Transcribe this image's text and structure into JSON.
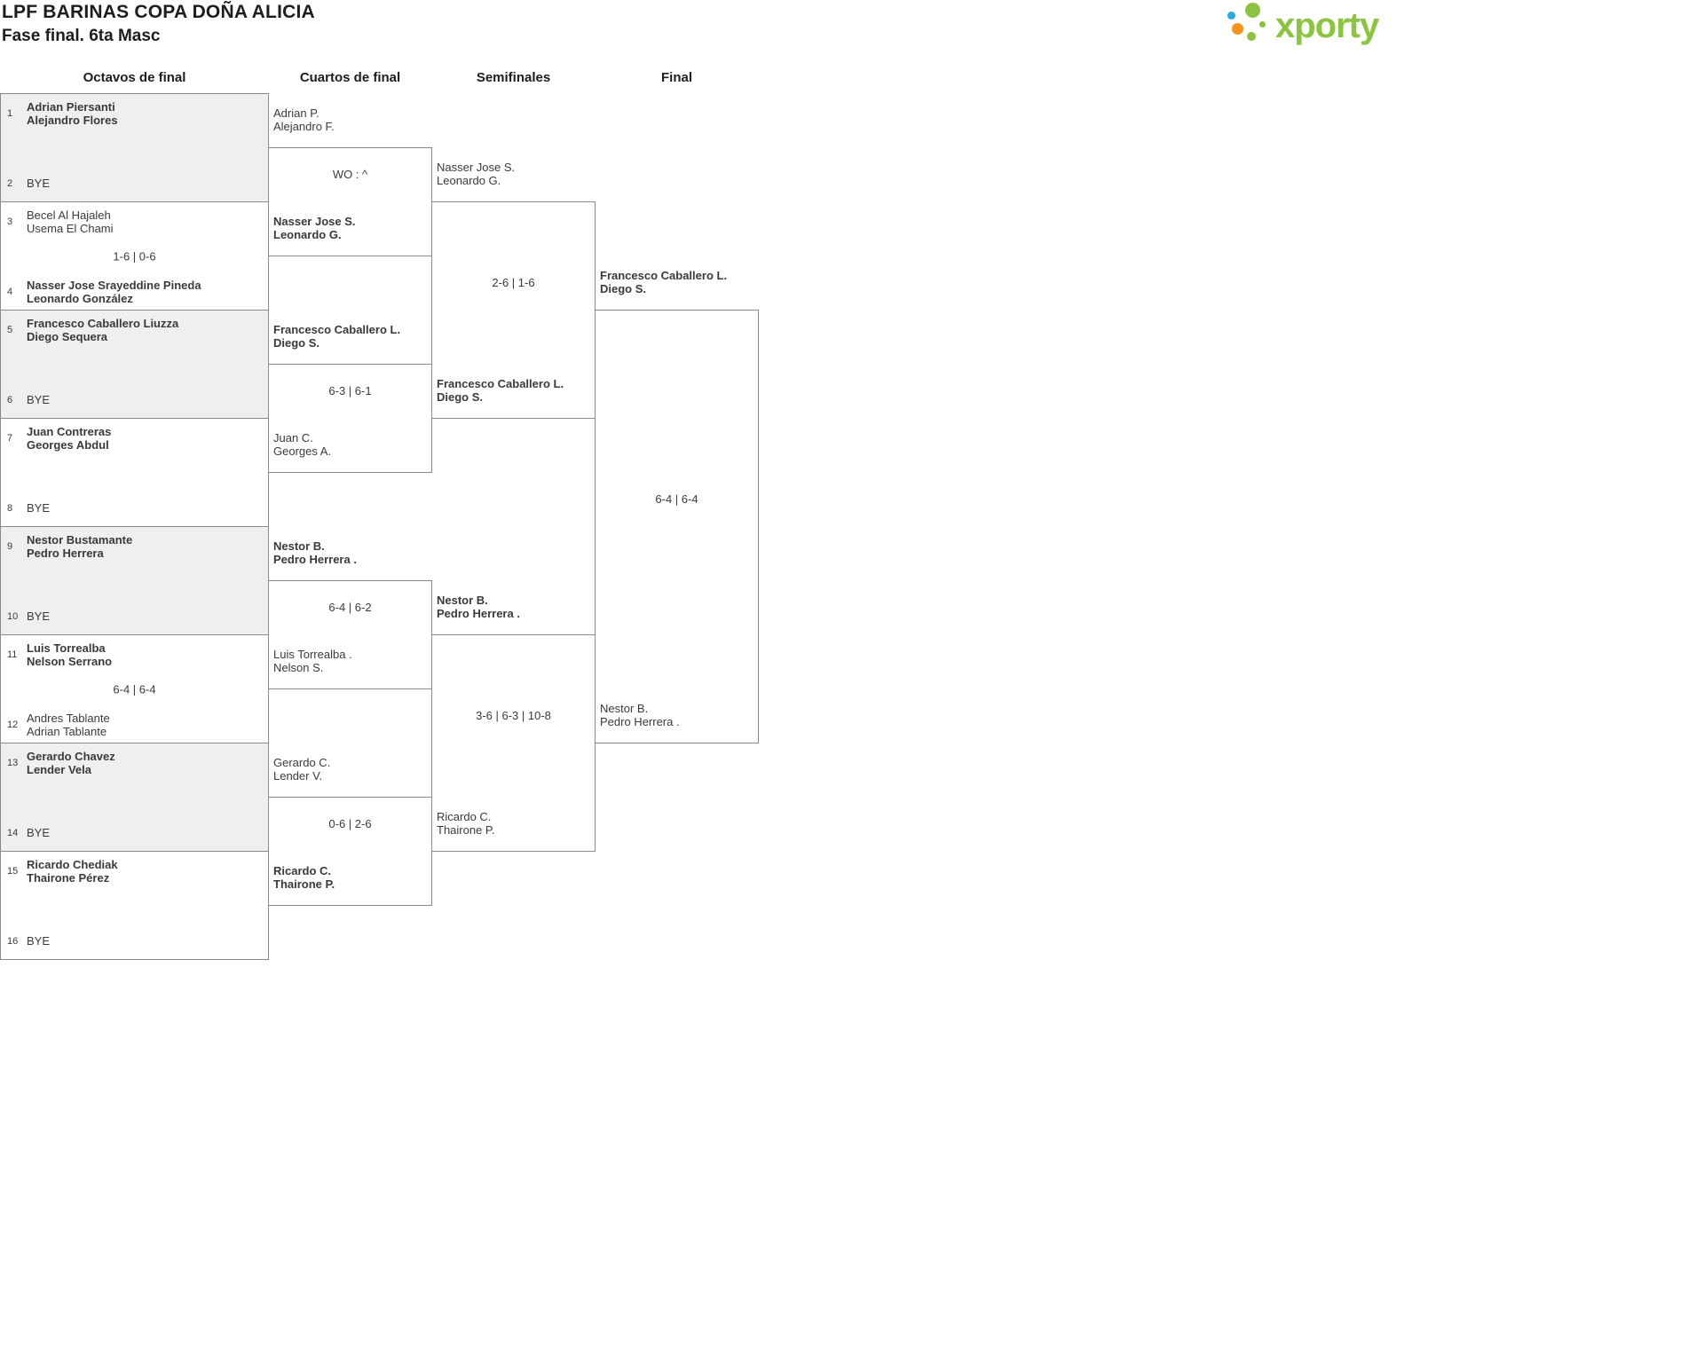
{
  "header": {
    "title": "LPF BARINAS COPA DOÑA ALICIA",
    "subtitle": "Fase final. 6ta Masc",
    "logo_text": "xporty"
  },
  "rounds": {
    "octavos": "Octavos de final",
    "cuartos": "Cuartos de final",
    "semifinales": "Semifinales",
    "final": "Final"
  },
  "colors": {
    "logo_green": "#8bc53f",
    "logo_orange": "#f7941d",
    "logo_blue": "#27aae1",
    "match_gray_bg": "#efefef",
    "border_gray": "#8a8a8a",
    "text": "#3a3a3a"
  },
  "octavos": {
    "m1": {
      "seed_a": "1",
      "a1": "Adrian Piersanti",
      "a2": "Alejandro Flores",
      "seed_b": "2",
      "bye_b": "BYE",
      "score": ""
    },
    "m2": {
      "seed_a": "3",
      "a1": "Becel Al Hajaleh",
      "a2": "Usema El Chami",
      "seed_b": "4",
      "b1": "Nasser Jose Srayeddine Pineda",
      "b2": "Leonardo González",
      "score": "1-6 | 0-6"
    },
    "m3": {
      "seed_a": "5",
      "a1": "Francesco Caballero Liuzza",
      "a2": "Diego Sequera",
      "seed_b": "6",
      "bye_b": "BYE",
      "score": ""
    },
    "m4": {
      "seed_a": "7",
      "a1": "Juan Contreras",
      "a2": "Georges Abdul",
      "seed_b": "8",
      "bye_b": "BYE",
      "score": ""
    },
    "m5": {
      "seed_a": "9",
      "a1": "Nestor Bustamante",
      "a2": "Pedro Herrera",
      "seed_b": "10",
      "bye_b": "BYE",
      "score": ""
    },
    "m6": {
      "seed_a": "11",
      "a1": "Luis Torrealba",
      "a2": "Nelson Serrano",
      "seed_b": "12",
      "b1": "Andres Tablante",
      "b2": "Adrian Tablante",
      "score": "6-4 | 6-4"
    },
    "m7": {
      "seed_a": "13",
      "a1": "Gerardo Chavez",
      "a2": "Lender Vela",
      "seed_b": "14",
      "bye_b": "BYE",
      "score": ""
    },
    "m8": {
      "seed_a": "15",
      "a1": "Ricardo Chediak",
      "a2": "Thairone Pérez",
      "seed_b": "16",
      "bye_b": "BYE",
      "score": ""
    }
  },
  "cuartos": {
    "m1": {
      "a1": "Adrian P.",
      "a2": "Alejandro F.",
      "b1": "Nasser Jose S.",
      "b2": "Leonardo G.",
      "score": "WO : ^"
    },
    "m2": {
      "a1": "Francesco Caballero L.",
      "a2": "Diego S.",
      "b1": "Juan C.",
      "b2": "Georges A.",
      "score": "6-3 | 6-1"
    },
    "m3": {
      "a1": "Nestor B.",
      "a2": "Pedro Herrera .",
      "b1": "Luis Torrealba .",
      "b2": "Nelson S.",
      "score": "6-4 | 6-2"
    },
    "m4": {
      "a1": "Gerardo C.",
      "a2": "Lender V.",
      "b1": "Ricardo C.",
      "b2": "Thairone P.",
      "score": "0-6 | 2-6"
    }
  },
  "semifinales": {
    "m1": {
      "a1": "Nasser Jose S.",
      "a2": "Leonardo G.",
      "b1": "Francesco Caballero L.",
      "b2": "Diego S.",
      "score": "2-6 | 1-6"
    },
    "m2": {
      "a1": "Nestor B.",
      "a2": "Pedro Herrera .",
      "b1": "Ricardo C.",
      "b2": "Thairone P.",
      "score": "3-6 | 6-3 | 10-8"
    }
  },
  "final": {
    "m1": {
      "a1": "Francesco Caballero L.",
      "a2": "Diego S.",
      "b1": "Nestor B.",
      "b2": "Pedro Herrera .",
      "score": "6-4 | 6-4"
    }
  }
}
